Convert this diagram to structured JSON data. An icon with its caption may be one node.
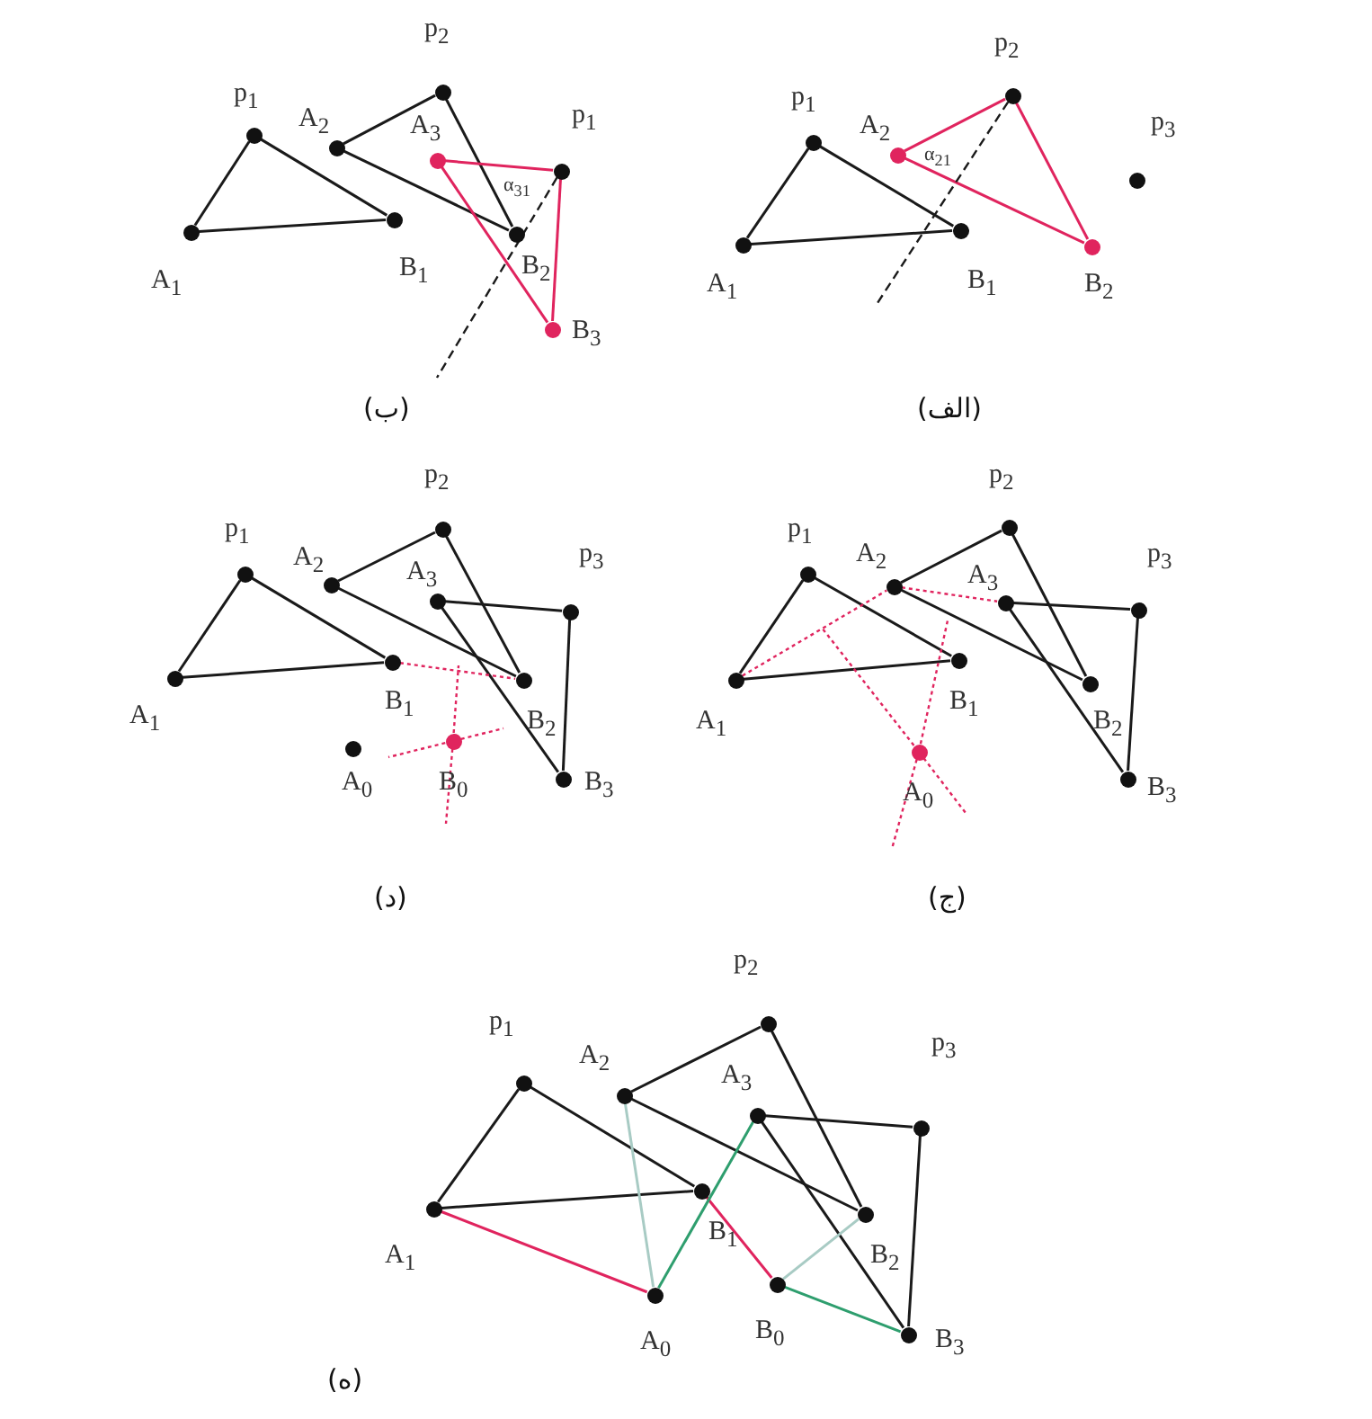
{
  "diagram": {
    "nodes": [
      {
        "text": [],
        "shape": "circle",
        "beside": [
          "A$_{1}$"
        ]
      },
      {
        "text": [],
        "shape": "circle",
        "beside": [
          "p$_{1}$"
        ]
      },
      {
        "text": [],
        "shape": "circle",
        "beside": [
          "B$_{1}$"
        ]
      },
      {
        "text": [],
        "shape": "circle",
        "beside": [
          "A$_{2}$"
        ]
      },
      {
        "text": [],
        "shape": "circle",
        "beside": [
          "p$_{2}$"
        ]
      },
      {
        "text": [],
        "shape": "circle",
        "beside": [
          "B$_{2}$"
        ]
      },
      {
        "text": [],
        "shape": "circle",
        "beside": [
          "p$_{3}$"
        ]
      },
      {
        "text": [],
        "shape": "circle",
        "beside": [
          "A$_{1}$"
        ]
      },
      {
        "text": [],
        "shape": "circle",
        "beside": [
          "p$_{1}$"
        ]
      },
      {
        "text": [],
        "shape": "circle",
        "beside": [
          "B$_{1}$"
        ]
      },
      {
        "text": [],
        "shape": "circle",
        "beside": [
          "A$_{2}$"
        ]
      },
      {
        "text": [],
        "shape": "circle",
        "beside": [
          "p$_{2}$"
        ]
      },
      {
        "text": [],
        "shape": "circle",
        "beside": [
          "B$_{2}$"
        ]
      },
      {
        "text": [],
        "shape": "circle",
        "beside": [
          "A$_{3}$"
        ]
      },
      {
        "text": [],
        "shape": "circle",
        "beside": [
          "p$_{1}$"
        ]
      },
      {
        "text": [],
        "shape": "circle",
        "beside": [
          "B$_{3}$"
        ]
      },
      {
        "text": [],
        "shape": "circle",
        "beside": [
          "A$_{1}$"
        ]
      },
      {
        "text": [],
        "shape": "circle",
        "beside": [
          "p$_{1}$"
        ]
      },
      {
        "text": [],
        "shape": "circle",
        "beside": [
          "B$_{1}$"
        ]
      },
      {
        "text": [],
        "shape": "circle",
        "beside": [
          "A$_{2}$"
        ]
      },
      {
        "text": [],
        "shape": "circle",
        "beside": [
          "p$_{2}$"
        ]
      },
      {
        "text": [],
        "shape": "circle",
        "beside": [
          "A$_{3}$"
        ]
      },
      {
        "text": [],
        "shape": "circle",
        "beside": [
          "p$_{3}$"
        ]
      },
      {
        "text": [],
        "shape": "circle",
        "beside": [
          "B$_{2}$"
        ]
      },
      {
        "text": [],
        "shape": "circle",
        "beside": [
          "B$_{3}$"
        ]
      },
      {
        "text": [],
        "shape": "circle",
        "beside": [
          "A$_{0}$"
        ]
      },
      {
        "text": [],
        "shape": "circle",
        "beside": [
          "B$_{0}$"
        ]
      },
      {
        "text": [],
        "shape": "circle",
        "beside": [
          "A$_{1}$"
        ]
      },
      {
        "text": [],
        "shape": "circle",
        "beside": [
          "p$_{1}$"
        ]
      },
      {
        "text": [],
        "shape": "circle",
        "beside": [
          "B$_{1}$"
        ]
      },
      {
        "text": [],
        "shape": "circle",
        "beside": [
          "A$_{2}$"
        ]
      },
      {
        "text": [],
        "shape": "circle",
        "beside": [
          "p$_{2}$"
        ]
      },
      {
        "text": [],
        "shape": "circle",
        "beside": [
          "A$_{3}$"
        ]
      },
      {
        "text": [],
        "shape": "circle",
        "beside": [
          "p$_{3}$"
        ]
      },
      {
        "text": [],
        "shape": "circle",
        "beside": [
          "B$_{2}$"
        ]
      },
      {
        "text": [],
        "shape": "circle",
        "beside": [
          "B$_{3}$"
        ]
      },
      {
        "text": [],
        "shape": "circle",
        "beside": [
          "A$_{0}$"
        ]
      },
      {
        "text": [],
        "shape": "circle",
        "beside": [
          "A$_{1}$"
        ]
      },
      {
        "text": [],
        "shape": "circle",
        "beside": [
          "p$_{1}$"
        ]
      },
      {
        "text": [],
        "shape": "circle",
        "beside": [
          "B$_{1}$"
        ]
      },
      {
        "text": [],
        "shape": "circle",
        "beside": [
          "A$_{2}$"
        ]
      },
      {
        "text": [],
        "shape": "circle",
        "beside": [
          "p$_{2}$"
        ]
      },
      {
        "text": [],
        "shape": "circle",
        "beside": [
          "A$_{3}$"
        ]
      },
      {
        "text": [],
        "shape": "circle",
        "beside": [
          "p$_{3}$"
        ]
      },
      {
        "text": [],
        "shape": "circle",
        "beside": [
          "B$_{2}$"
        ]
      },
      {
        "text": [],
        "shape": "circle",
        "beside": [
          "B$_{3}$"
        ]
      },
      {
        "text": [],
        "shape": "circle",
        "beside": [
          "A$_{0}$"
        ]
      },
      {
        "text": [],
        "shape": "circle",
        "beside": [
          "B$_{0}$"
        ]
      }
    ],
    "edges": [
      {
        "from": 0,
        "to": 1,
        "arrow": "none"
      },
      {
        "from": 1,
        "to": 2,
        "arrow": "none"
      },
      {
        "from": 2,
        "to": 0,
        "arrow": "none"
      },
      {
        "from": 3,
        "to": 4,
        "arrow": "none",
        "color": "#e0245e"
      },
      {
        "from": 4,
        "to": 5,
        "arrow": "none",
        "color": "#e0245e"
      },
      {
        "from": 5,
        "to": 3,
        "arrow": "none",
        "color": "#e0245e"
      },
      {
        "from": 4,
        "to": null,
        "arrow": "none",
        "style": "dashed"
      },
      {
        "from": 7,
        "to": 8,
        "arrow": "none"
      },
      {
        "from": 8,
        "to": 9,
        "arrow": "none"
      },
      {
        "from": 9,
        "to": 7,
        "arrow": "none"
      },
      {
        "from": 10,
        "to": 11,
        "arrow": "none"
      },
      {
        "from": 11,
        "to": 12,
        "arrow": "none"
      },
      {
        "from": 12,
        "to": 10,
        "arrow": "none"
      },
      {
        "from": 13,
        "to": 14,
        "arrow": "none",
        "color": "#e0245e"
      },
      {
        "from": 14,
        "to": 15,
        "arrow": "none",
        "color": "#e0245e"
      },
      {
        "from": 15,
        "to": 13,
        "arrow": "none",
        "color": "#e0245e"
      },
      {
        "from": 14,
        "to": null,
        "arrow": "none",
        "style": "dashed"
      },
      {
        "from": 16,
        "to": 17,
        "arrow": "none"
      },
      {
        "from": 17,
        "to": 18,
        "arrow": "none"
      },
      {
        "from": 18,
        "to": 16,
        "arrow": "none"
      },
      {
        "from": 19,
        "to": 20,
        "arrow": "none"
      },
      {
        "from": 20,
        "to": 23,
        "arrow": "none"
      },
      {
        "from": 23,
        "to": 19,
        "arrow": "none"
      },
      {
        "from": 21,
        "to": 22,
        "arrow": "none"
      },
      {
        "from": 22,
        "to": 24,
        "arrow": "none"
      },
      {
        "from": 24,
        "to": 21,
        "arrow": "none"
      },
      {
        "from": 18,
        "to": 23,
        "arrow": "none",
        "style": "dashed",
        "color": "#e0245e"
      },
      {
        "from": 26,
        "to": null,
        "arrow": "none",
        "style": "dashed",
        "color": "#e0245e"
      },
      {
        "from": 26,
        "to": null,
        "arrow": "none",
        "style": "dashed",
        "color": "#e0245e"
      },
      {
        "from": 26,
        "to": null,
        "arrow": "none",
        "style": "dashed",
        "color": "#e0245e"
      },
      {
        "from": 26,
        "to": null,
        "arrow": "none",
        "style": "dashed",
        "color": "#e0245e"
      },
      {
        "from": 27,
        "to": 28,
        "arrow": "none"
      },
      {
        "from": 28,
        "to": 29,
        "arrow": "none"
      },
      {
        "from": 29,
        "to": 27,
        "arrow": "none"
      },
      {
        "from": 30,
        "to": 31,
        "arrow": "none"
      },
      {
        "from": 31,
        "to": 34,
        "arrow": "none"
      },
      {
        "from": 34,
        "to": 30,
        "arrow": "none"
      },
      {
        "from": 32,
        "to": 33,
        "arrow": "none"
      },
      {
        "from": 33,
        "to": 35,
        "arrow": "none"
      },
      {
        "from": 35,
        "to": 32,
        "arrow": "none"
      },
      {
        "from": 27,
        "to": 30,
        "arrow": "none",
        "style": "dashed",
        "color": "#e0245e"
      },
      {
        "from": 30,
        "to": 32,
        "arrow": "none",
        "style": "dashed",
        "color": "#e0245e"
      },
      {
        "from": 36,
        "to": null,
        "arrow": "none",
        "style": "dashed",
        "color": "#e0245e"
      },
      {
        "from": 36,
        "to": null,
        "arrow": "none",
        "style": "dashed",
        "color": "#e0245e"
      },
      {
        "from": 36,
        "to": null,
        "arrow": "none",
        "style": "dashed",
        "color": "#e0245e"
      },
      {
        "from": 36,
        "to": null,
        "arrow": "none",
        "style": "dashed",
        "color": "#e0245e"
      },
      {
        "from": 37,
        "to": 38,
        "arrow": "none"
      },
      {
        "from": 38,
        "to": 39,
        "arrow": "none"
      },
      {
        "from": 39,
        "to": 37,
        "arrow": "none"
      },
      {
        "from": 40,
        "to": 41,
        "arrow": "none"
      },
      {
        "from": 41,
        "to": 44,
        "arrow": "none"
      },
      {
        "from": 44,
        "to": 40,
        "arrow": "none"
      },
      {
        "from": 42,
        "to": 43,
        "arrow": "none"
      },
      {
        "from": 43,
        "to": 45,
        "arrow": "none"
      },
      {
        "from": 45,
        "to": 42,
        "arrow": "none"
      },
      {
        "from": 37,
        "to": 46,
        "arrow": "none",
        "color": "#e0245e"
      },
      {
        "from": 39,
        "to": 47,
        "arrow": "none",
        "color": "#e0245e"
      },
      {
        "from": 40,
        "to": 46,
        "arrow": "none",
        "color": "#a8cbc4"
      },
      {
        "from": 44,
        "to": 47,
        "arrow": "none",
        "color": "#a8cbc4"
      },
      {
        "from": 46,
        "to": 42,
        "arrow": "none",
        "color": "#2e9e6e"
      },
      {
        "from": 47,
        "to": 45,
        "arrow": "none",
        "color": "#2e9e6e"
      }
    ],
    "labels": [
      "α$_{31}$",
      "α$_{21}$",
      "(ب)",
      "(الف)",
      "(د)",
      "(ج)",
      "(ه)"
    ]
  }
}
